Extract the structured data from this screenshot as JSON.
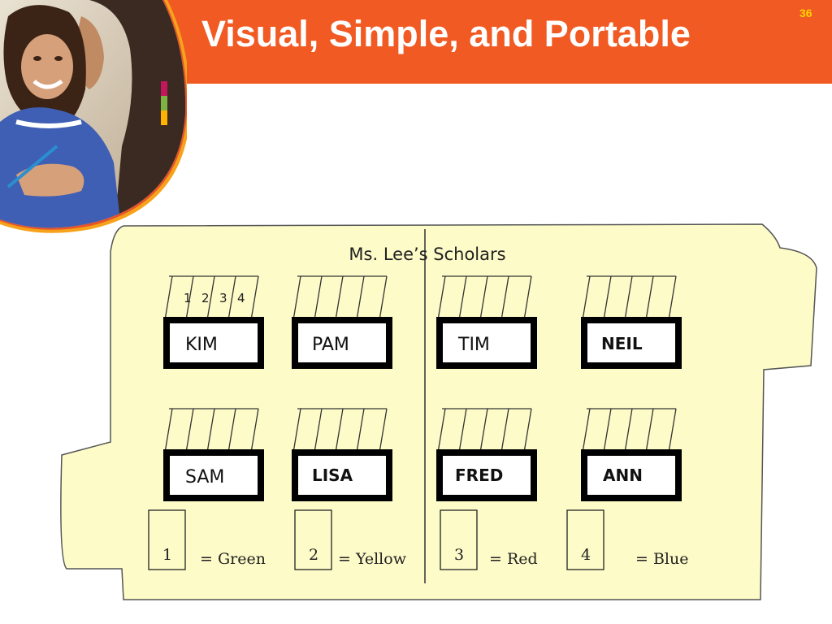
{
  "slide": {
    "title": "Visual, Simple, and Portable",
    "number": "36"
  },
  "colors": {
    "banner": "#f15a22",
    "folder": "#fdfbc8",
    "yellow_number": "#ffd400"
  },
  "chart": {
    "title": "Ms. Lee’s Scholars",
    "pocket_numbers": [
      "1",
      "2",
      "3",
      "4"
    ],
    "students_row1": [
      "KIM",
      "PAM",
      "TIM",
      "NEIL"
    ],
    "students_row2": [
      "SAM",
      "LISA",
      "FRED",
      "ANN"
    ],
    "legend": [
      {
        "number": "1",
        "label": "= Green"
      },
      {
        "number": "2",
        "label": "= Yellow"
      },
      {
        "number": "3",
        "label": "= Red"
      },
      {
        "number": "4",
        "label": "= Blue"
      }
    ]
  }
}
